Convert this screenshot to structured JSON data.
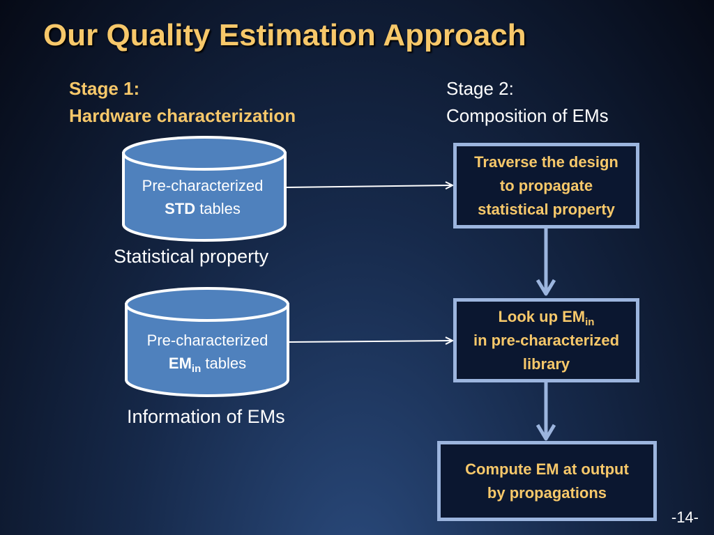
{
  "title": "Our Quality Estimation Approach",
  "stage1": {
    "label": "Stage 1:",
    "name": "Hardware characterization"
  },
  "stage2": {
    "label": "Stage 2:",
    "name": "Composition of EMs"
  },
  "db_std": {
    "line1": "Pre-characterized",
    "bold": "STD",
    "rest": " tables",
    "caption": "Statistical  property"
  },
  "db_em": {
    "line1": "Pre-characterized",
    "bold": "EM",
    "sub": "in",
    "rest": " tables",
    "caption": "Information of EMs"
  },
  "box_traverse": {
    "line1": "Traverse the design",
    "line2": "to propagate",
    "line3": "statistical property"
  },
  "box_lookup": {
    "line1_main": "Look up EM",
    "line1_sub": "in",
    "line2": "in pre-characterized",
    "line3": "library"
  },
  "box_compute": {
    "line1": "Compute EM at output",
    "line2": "by propagations"
  },
  "page_number": "-14-",
  "colors": {
    "accent": "#f7c86a",
    "cylinder_fill": "#4f81bd",
    "box_border": "#9cb5de",
    "text": "#ffffff"
  }
}
